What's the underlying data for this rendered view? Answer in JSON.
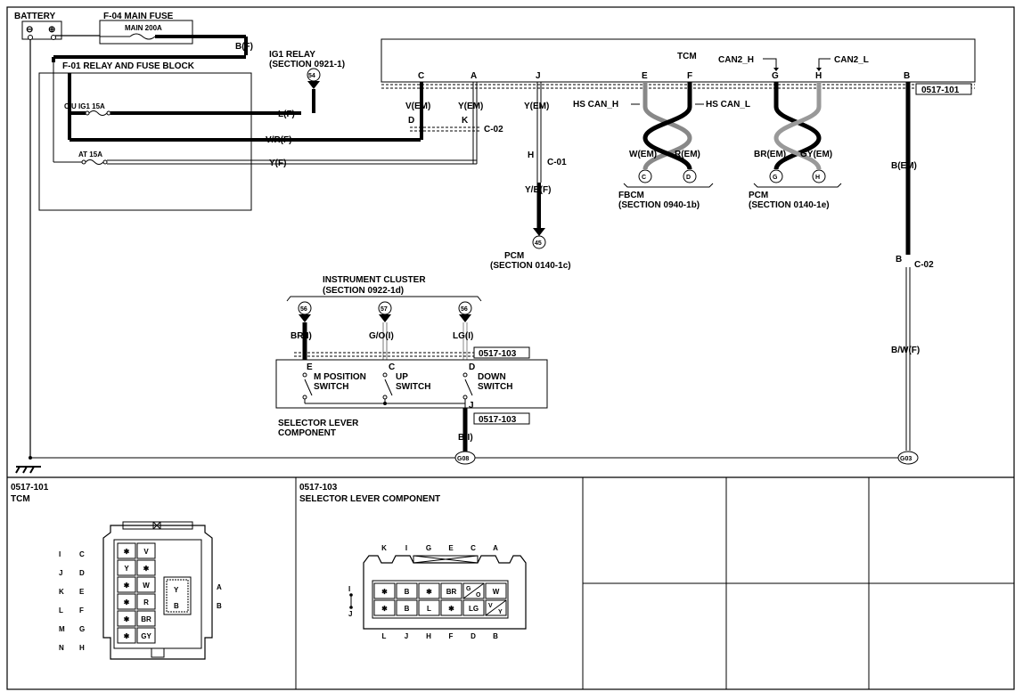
{
  "battery": {
    "label": "BATTERY",
    "minus": "⊖",
    "plus": "⊕"
  },
  "main_fuse": {
    "title": "F-04  MAIN FUSE",
    "rating": "MAIN 200A",
    "wire": "B(F)"
  },
  "relay_block": {
    "title": "F-01  RELAY AND FUSE BLOCK",
    "fuse1": "C/U IG1 15A",
    "fuse2": "AT 15A"
  },
  "ig1_relay": {
    "title": "IG1 RELAY",
    "section": "(SECTION 0921-1)",
    "connector": "54"
  },
  "tcm": {
    "title": "TCM",
    "connector_id": "0517-101",
    "can_h": "CAN2_H",
    "can_l": "CAN2_L",
    "pins": {
      "c": "C",
      "a": "A",
      "j": "J",
      "e": "E",
      "f": "F",
      "g": "G",
      "h": "H",
      "b": "B"
    }
  },
  "wires": {
    "w_c": "V(EM)",
    "w_a": "Y(EM)",
    "w_j": "Y(EM)",
    "w_lf": "L(F)",
    "w_vr": "V/R(F)",
    "w_yf": "Y(F)",
    "w_yb": "Y/B(F)",
    "w_wem": "W(EM)",
    "w_rem": "R(EM)",
    "w_brem": "BR(EM)",
    "w_gyem": "GY(EM)",
    "w_bem": "B(EM)",
    "w_bw": "B/W(F)",
    "w_br": "BR(I)",
    "w_go": "G/O(I)",
    "w_lg": "LG(I)",
    "w_b": "B(I)"
  },
  "joints": {
    "d": "D",
    "k": "K",
    "c02": "C-02",
    "h": "H",
    "c01": "C-01",
    "b": "B",
    "c02b": "C-02"
  },
  "can_labels": {
    "hs_h": "HS CAN_H",
    "hs_l": "HS CAN_L"
  },
  "fbcm": {
    "title": "FBCM",
    "section": "(SECTION 0940-1b)",
    "c": "C",
    "d": "D"
  },
  "pcm1": {
    "title": "PCM",
    "section": "(SECTION 0140-1e)",
    "g": "G",
    "h": "H"
  },
  "pcm2": {
    "title": "PCM",
    "section": "(SECTION 0140-1c)",
    "connector": "45"
  },
  "instrument_cluster": {
    "title": "INSTRUMENT CLUSTER",
    "section": "(SECTION 0922-1d)",
    "c56a": "56",
    "c57": "57",
    "c56b": "56"
  },
  "selector": {
    "connector_id": "0517-103",
    "connector_id2": "0517-103",
    "title1": "SELECTOR LEVER",
    "title2": "COMPONENT",
    "pin_e": "E",
    "pin_c": "C",
    "pin_d": "D",
    "pin_j": "J",
    "m_pos1": "M POSITION",
    "m_pos2": "SWITCH",
    "up1": "UP",
    "up2": "SWITCH",
    "down1": "DOWN",
    "down2": "SWITCH"
  },
  "grounds": {
    "g08": "G08",
    "g03": "G03"
  },
  "panels": {
    "p1_id": "0517-101",
    "p1_name": "TCM",
    "p2_id": "0517-103",
    "p2_name": "SELECTOR LEVER COMPONENT"
  },
  "tcm_connector": {
    "left_labels": [
      [
        "I",
        "C"
      ],
      [
        "J",
        "D"
      ],
      [
        "K",
        "E"
      ],
      [
        "L",
        "F"
      ],
      [
        "M",
        "G"
      ],
      [
        "N",
        "H"
      ]
    ],
    "cells": [
      [
        "✱",
        "V"
      ],
      [
        "Y",
        "✱"
      ],
      [
        "✱",
        "W"
      ],
      [
        "✱",
        "R"
      ],
      [
        "✱",
        "BR"
      ],
      [
        "✱",
        "GY"
      ]
    ],
    "extra": [
      "Y",
      "B"
    ],
    "right_labels": [
      "A",
      "B"
    ]
  },
  "sel_connector": {
    "top": [
      "K",
      "I",
      "G",
      "E",
      "C",
      "A"
    ],
    "bottom": [
      "L",
      "J",
      "H",
      "F",
      "D",
      "B"
    ],
    "row1": [
      "✱",
      "B",
      "✱",
      "BR",
      "G/O",
      "W"
    ],
    "row2": [
      "✱",
      "B",
      "L",
      "✱",
      "LG",
      "V/Y"
    ],
    "side": [
      "I",
      "J"
    ]
  }
}
